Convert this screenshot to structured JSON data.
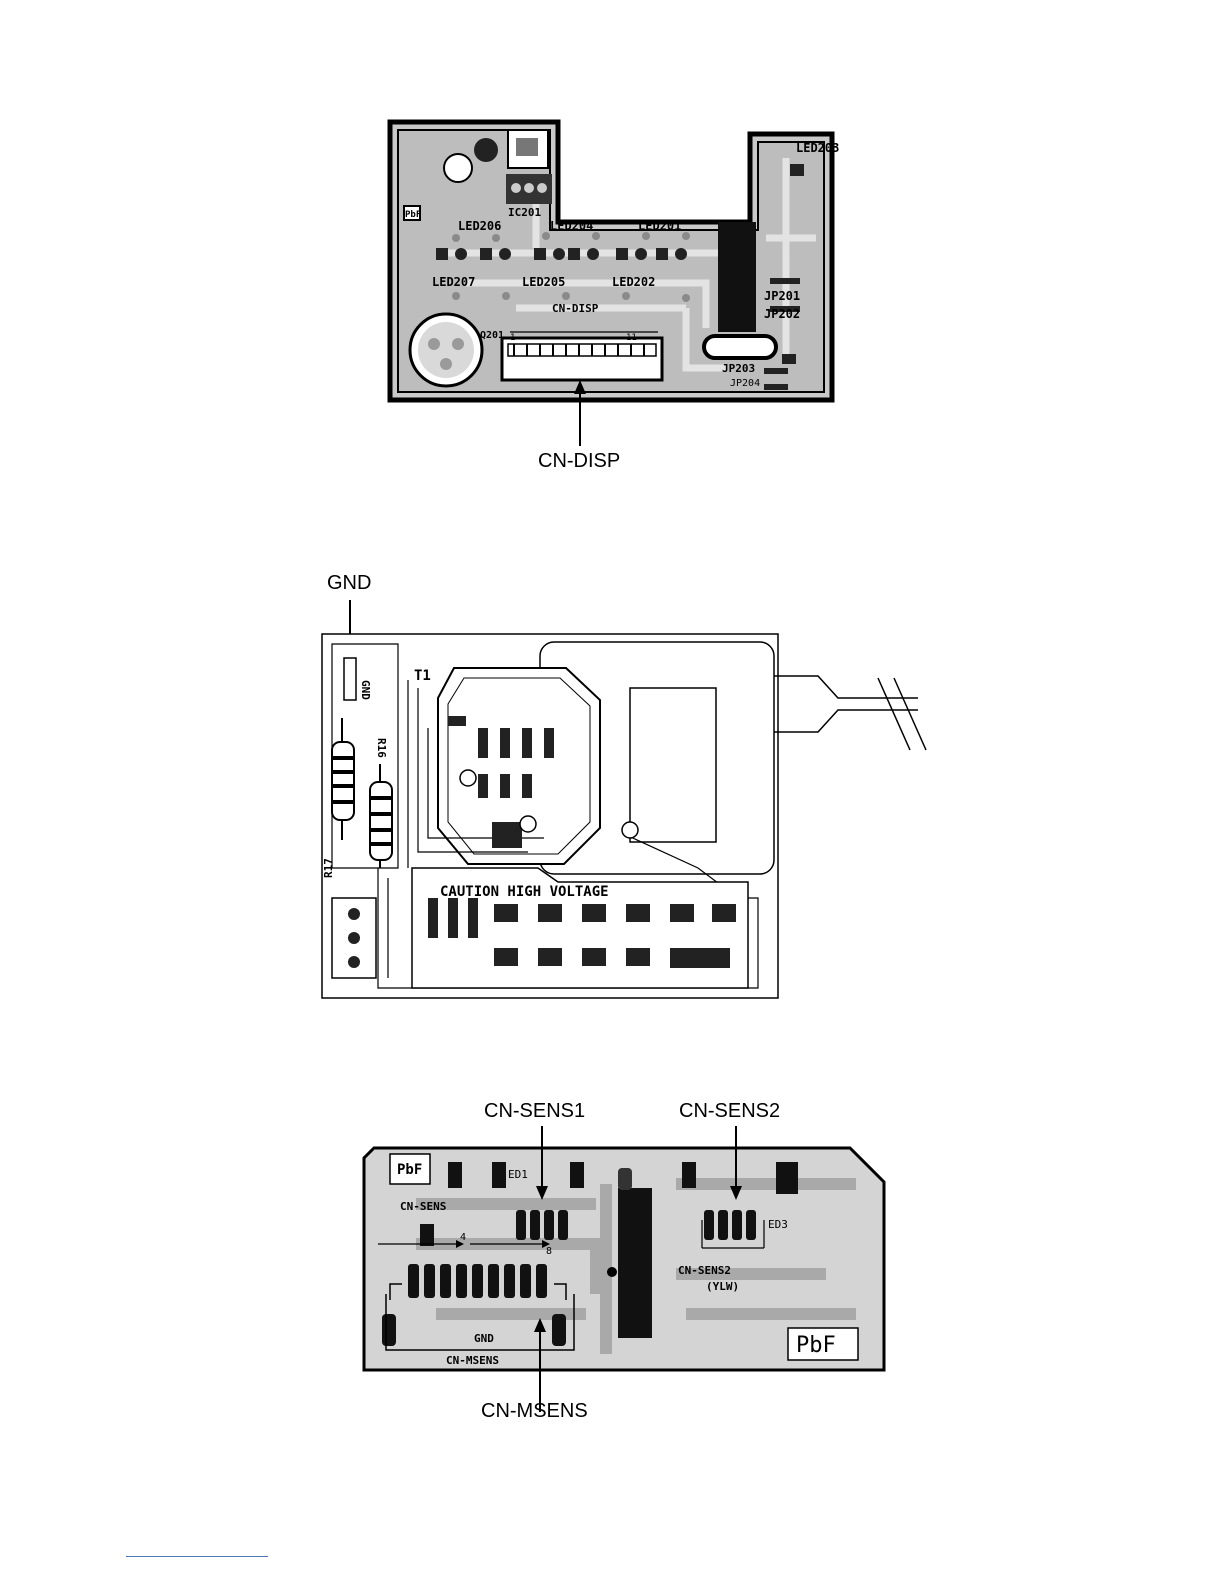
{
  "display_board": {
    "callout": "CN-DISP",
    "silkscreen": {
      "ic": "IC201",
      "leds": [
        "LED203",
        "LED206",
        "LED204",
        "LED201",
        "LED207",
        "LED205",
        "LED202"
      ],
      "jumpers": [
        "JP201",
        "JP202",
        "JP203",
        "JP204"
      ],
      "connector": "CN-DISP",
      "pin_first": "1",
      "pin_last": "11",
      "pbf": "PbF",
      "sensor": "Q201"
    }
  },
  "hv_board": {
    "callout": "GND",
    "silkscreen": {
      "gnd": "GND",
      "transformer": "T1",
      "caution": "CAUTION HIGH VOLTAGE",
      "resistors": [
        "R17",
        "R16"
      ]
    }
  },
  "sensor_board": {
    "callouts": {
      "sens1": "CN-SENS1",
      "sens2": "CN-SENS2",
      "msens": "CN-MSENS"
    },
    "silkscreen": {
      "pbf_top": "PbF",
      "pbf_bottom": "PbF",
      "sens": "CN-SENS",
      "sens2": "CN-SENS2",
      "ylw": "(YLW)",
      "msens": "CN-MSENS",
      "gnd": "GND",
      "led1": "ED1",
      "led3": "ED3",
      "pin4": "4",
      "pin8": "8"
    }
  }
}
